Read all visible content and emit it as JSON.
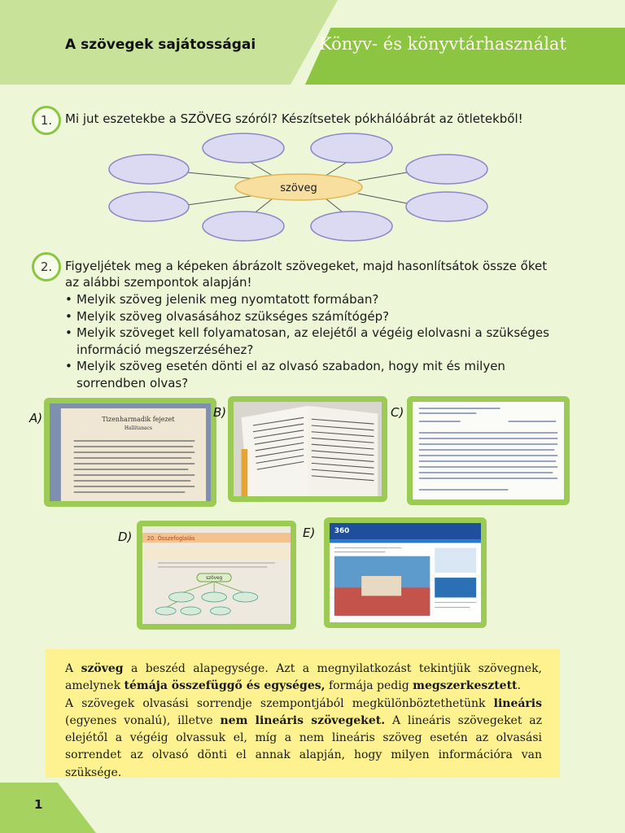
{
  "header": {
    "left_title": "A szövegek sajátosságai",
    "right_title": "Könyv- és könyvtárhasználat"
  },
  "task1": {
    "number": "1.",
    "text": "Mi jut eszetekbe a SZÖVEG szóról? Készítsetek pókhálóábrát az ötletekből!",
    "center_label": "szöveg"
  },
  "task2": {
    "number": "2.",
    "intro_line1": "Figyeljétek meg a képeken ábrázolt szövegeket, majd hasonlítsátok össze őket",
    "intro_line2": "az alábbi szempontok alapján!",
    "bullets": [
      "Melyik szöveg jelenik meg nyomtatott formában?",
      "Melyik szöveg olvasásához szükséges számítógép?",
      "Melyik szöveget kell folyamatosan, az elejétől a végéig elolvasni a szükséges információ megszerzéséhez?",
      "Melyik szöveg esetén dönti el az olvasó szabadon, hogy mit és milyen sorrendben olvas?"
    ]
  },
  "images": {
    "a": {
      "label": "A)",
      "heading": "Tizenharmadik fejezet",
      "subheading": "Hallitanacs"
    },
    "b": {
      "label": "B)"
    },
    "c": {
      "label": "C)"
    },
    "d": {
      "label": "D)",
      "heading": "20. Összefoglalás",
      "node": "szöveg"
    },
    "e": {
      "label": "E)",
      "site": "360"
    }
  },
  "info": {
    "p1": [
      {
        "t": "A "
      },
      {
        "t": "szöveg",
        "b": true
      },
      {
        "t": " a beszéd alapegysége. Azt a megnyilatkozást tekintjük szövegnek, amelynek "
      },
      {
        "t": "témája összefüggő és egységes,",
        "b": true
      },
      {
        "t": " formája pedig "
      },
      {
        "t": "megszerkesztett",
        "b": true
      },
      {
        "t": "."
      }
    ],
    "p2": [
      {
        "t": "A szövegek olvasási sorrendje szempontjából megkülönböztethetünk "
      },
      {
        "t": "lineáris",
        "b": true
      },
      {
        "t": " (egyenes vonalú), illetve "
      },
      {
        "t": "nem lineáris szövegeket.",
        "b": true
      },
      {
        "t": " A lineáris szövegeket az elejétől a végéig olvassuk el, míg a nem lineáris szöveg esetén az olvasási sorrendet az olvasó dönti el annak alapján, hogy milyen információra van szüksége."
      }
    ]
  },
  "footer": {
    "page_number": "1"
  },
  "colors": {
    "background": "#eef6d8",
    "header_light": "#c8e29a",
    "header_dark": "#8cc542",
    "bubble_fill": "#dcd9f2",
    "center_fill": "#f8dfa0",
    "info_box": "#fdf28f"
  }
}
